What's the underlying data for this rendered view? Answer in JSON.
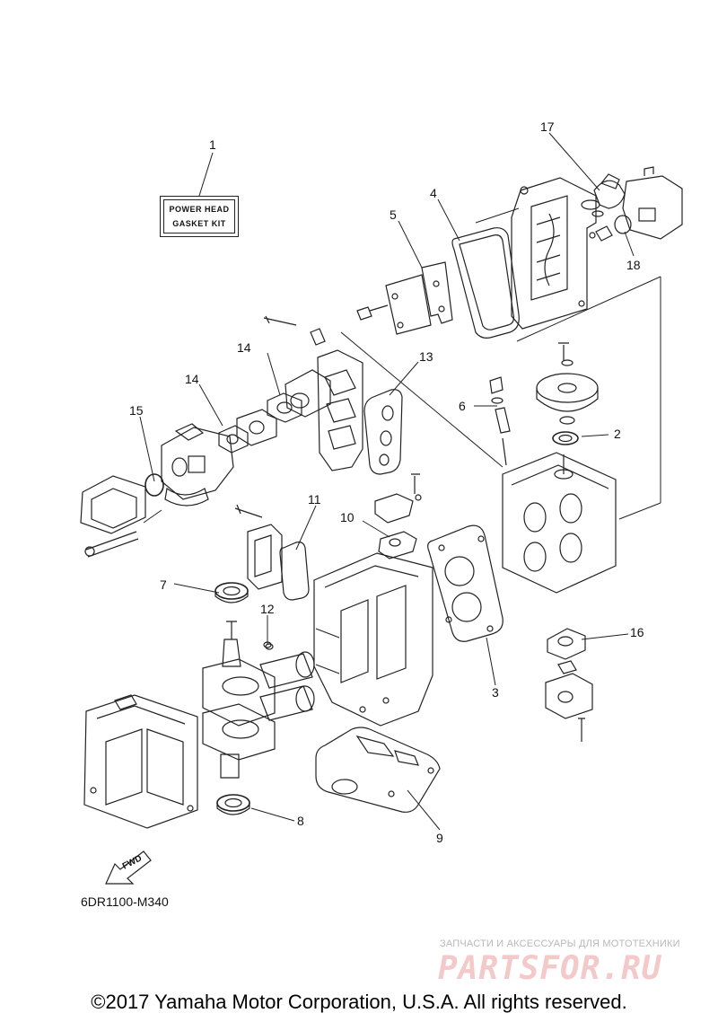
{
  "kit_label": {
    "line1": "POWER HEAD",
    "line2": "GASKET KIT"
  },
  "callouts": [
    "1",
    "2",
    "3",
    "4",
    "5",
    "6",
    "7",
    "8",
    "9",
    "10",
    "11",
    "12",
    "13",
    "14",
    "14",
    "15",
    "16",
    "17",
    "18"
  ],
  "fwd_label": "FWD",
  "diagram_code": "6DR1100-M340",
  "watermark": {
    "tagline": "ЗАПЧАСТИ И АКСЕССУАРЫ ДЛЯ МОТОТЕХНИКИ",
    "brand": "PARTSFOR.RU"
  },
  "copyright": "©2017 Yamaha Motor Corporation, U.S.A. All rights reserved.",
  "colors": {
    "line": "#222222",
    "watermark": "#f3c9c9"
  }
}
